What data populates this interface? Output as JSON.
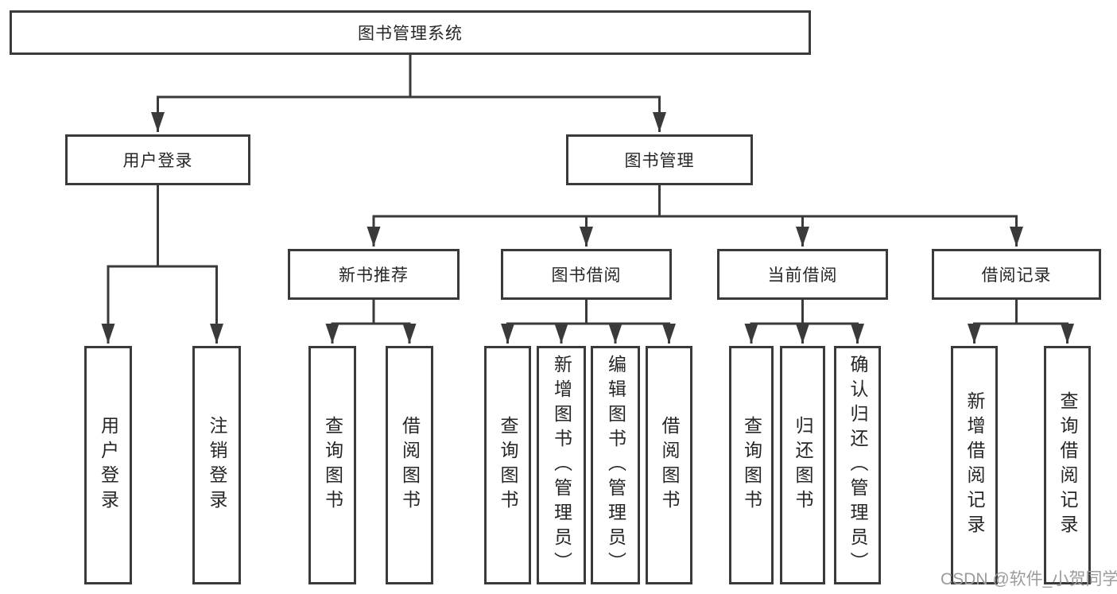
{
  "diagram": {
    "title": "图书管理系统",
    "root": {
      "label": "图书管理系统"
    },
    "level1": [
      {
        "id": "user-login",
        "label": "用户登录"
      },
      {
        "id": "book-management",
        "label": "图书管理"
      }
    ],
    "level2": [
      {
        "id": "new-book-recommend",
        "label": "新书推荐",
        "parent": "book-management"
      },
      {
        "id": "book-borrow",
        "label": "图书借阅",
        "parent": "book-management"
      },
      {
        "id": "current-borrow",
        "label": "当前借阅",
        "parent": "book-management"
      },
      {
        "id": "borrow-records",
        "label": "借阅记录",
        "parent": "book-management"
      }
    ],
    "leaves": [
      {
        "id": "user-login-leaf",
        "label": "用户登录",
        "parent": "user-login"
      },
      {
        "id": "logout",
        "label": "注销登录",
        "parent": "user-login"
      },
      {
        "id": "query-books-1",
        "label": "查询图书",
        "parent": "new-book-recommend"
      },
      {
        "id": "borrow-books-1",
        "label": "借阅图书",
        "parent": "new-book-recommend"
      },
      {
        "id": "query-books-2",
        "label": "查询图书",
        "parent": "book-borrow"
      },
      {
        "id": "add-books-admin",
        "label": "新增图书（管理员）",
        "parent": "book-borrow"
      },
      {
        "id": "edit-books-admin",
        "label": "编辑图书（管理员）",
        "parent": "book-borrow"
      },
      {
        "id": "borrow-books-2",
        "label": "借阅图书",
        "parent": "book-borrow"
      },
      {
        "id": "query-books-3",
        "label": "查询图书",
        "parent": "current-borrow"
      },
      {
        "id": "return-books",
        "label": "归还图书",
        "parent": "current-borrow"
      },
      {
        "id": "confirm-return-admin",
        "label": "确认归还（管理员）",
        "parent": "current-borrow"
      },
      {
        "id": "add-borrow-record",
        "label": "新增借阅记录",
        "parent": "borrow-records"
      },
      {
        "id": "query-borrow-record",
        "label": "查询借阅记录",
        "parent": "borrow-records"
      }
    ]
  },
  "watermark": {
    "text": "CSDN @软件_小贺同学"
  },
  "colors": {
    "line": "#3a3a3a",
    "box_border": "#3a3a3a",
    "text": "#262626",
    "watermark": "#9b9b9b",
    "background": "#ffffff"
  }
}
